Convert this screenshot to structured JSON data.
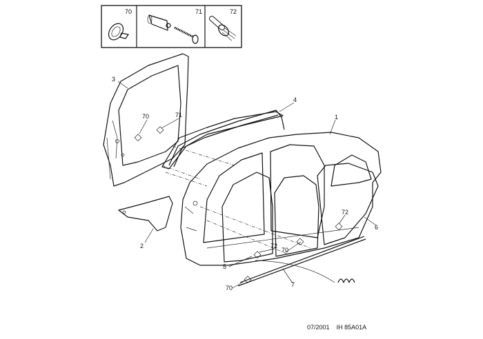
{
  "inset": {
    "items": [
      {
        "ref": "70"
      },
      {
        "ref": "71"
      },
      {
        "ref": "72"
      }
    ]
  },
  "callouts": {
    "c3": "3",
    "c70a": "70",
    "c71": "71",
    "c4": "4",
    "c1": "1",
    "c2": "2",
    "c72a": "72",
    "c6": "6",
    "c72b": "72",
    "c70b": "70",
    "c5": "5",
    "c70c": "70",
    "c7": "7"
  },
  "footer": {
    "date": "07/2001",
    "ref": "IH 85A01A"
  }
}
